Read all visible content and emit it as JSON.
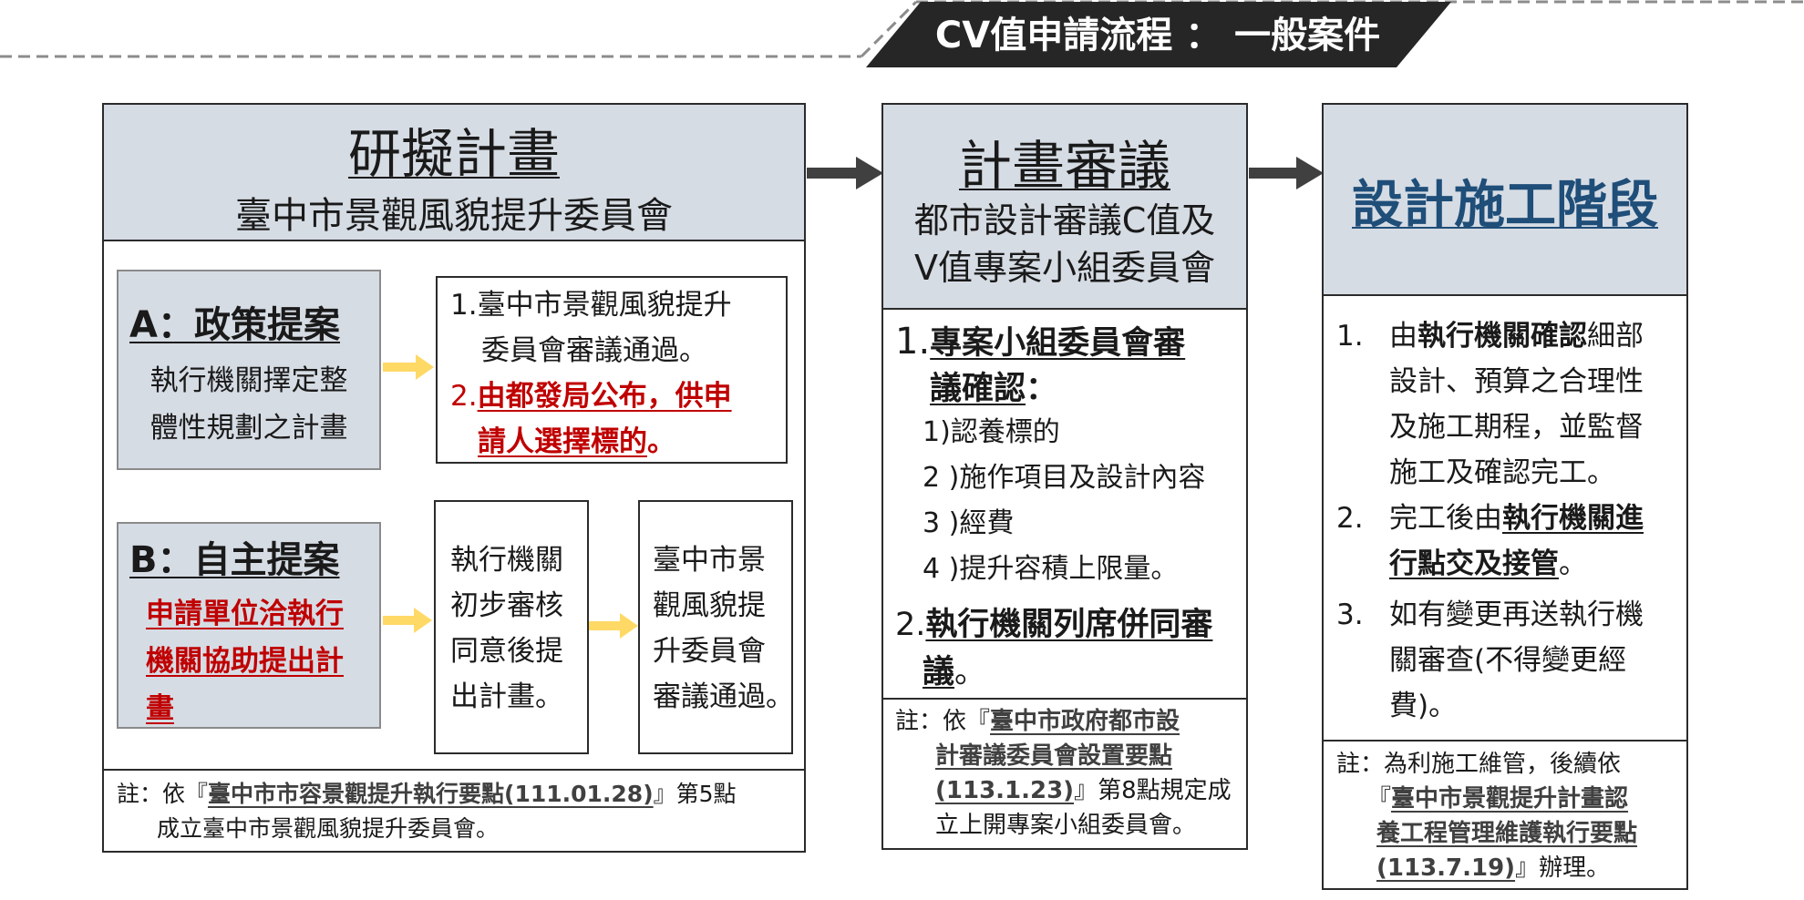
{
  "title": "CV值申請流程 ： 一般案件",
  "colors": {
    "header_bg": "#d6dce4",
    "banner_bg": "#262626",
    "red_text": "#c00000",
    "navy_text": "#1f4e79",
    "yellow_arrow": "#ffd966",
    "dark_arrow": "#404040"
  },
  "stage1": {
    "title": "研擬計畫",
    "subtitle": "臺中市景觀風貌提升委員會",
    "a": {
      "title": "A：政策提案",
      "desc_l1": "執行機關擇定整",
      "desc_l2": "體性規劃之計畫",
      "r1_l1": "1.臺中市景觀風貌提升",
      "r1_l2": "委員會審議通過。",
      "r2_num": "2.",
      "r2_l1": "由都發局公布，供申",
      "r2_l2": "請人選擇標的",
      "r2_end": "。"
    },
    "b": {
      "title": "B：自主提案",
      "desc_l1": "申請單位洽執行",
      "desc_l2": "機關協助提出計",
      "desc_l3": "畫",
      "mid_l1": "執行機關",
      "mid_l2": "初步審核",
      "mid_l3": "同意後提",
      "mid_l4": "出計畫。",
      "right_l1": "臺中市景",
      "right_l2": "觀風貌提",
      "right_l3": "升委員會",
      "right_l4": "審議通過。"
    },
    "note": {
      "prefix": "註：依『",
      "ref": "臺中市市容景觀提升執行要點(111.01.28)",
      "suffix": "』第5點",
      "l2": "成立臺中市景觀風貌提升委員會。"
    }
  },
  "stage2": {
    "title": "計畫審議",
    "subtitle_l1": "都市設計審議C值及",
    "subtitle_l2": "V值專案小組委員會",
    "i1_num": "1.",
    "i1_l1": "專案小組委員會審",
    "i1_l2a": "議確認",
    "i1_l2b": "：",
    "sub1": "1)認養標的",
    "sub2": "2 )施作項目及設計內容",
    "sub3": "3 )經費",
    "sub4": "4 )提升容積上限量。",
    "i2_num": "2.",
    "i2_l1": "執行機關列席併同審",
    "i2_l2a": "議",
    "i2_l2b": "。",
    "note": {
      "prefix": "註：依『",
      "ref_l1": "臺中市政府都市設",
      "ref_l2": "計審議委員會設置要點",
      "ref_l3": "(113.1.23)",
      "l3_suffix": "』第8點規定成",
      "l4": "立上開專案小組委員會。"
    }
  },
  "stage3": {
    "title": "設計施工階段",
    "i1_num": "1.",
    "i1_l1a": "由",
    "i1_l1b": "執行機關確認",
    "i1_l1c": "細部",
    "i1_l2": "設計、預算之合理性",
    "i1_l3": "及施工期程，並監督",
    "i1_l4": "施工及確認完工。",
    "i2_num": "2.",
    "i2_l1a": "完工後由",
    "i2_l1b": "執行機關進",
    "i2_l2a": "行點交及接管",
    "i2_l2b": "。",
    "i3_num": "3.",
    "i3_l1": "如有變更再送執行機",
    "i3_l2": "關審查(不得變更經",
    "i3_l3": "費)。",
    "note": {
      "l1": "註：為利施工維管，後續依",
      "l2_prefix": "『",
      "ref_l2": "臺中市景觀提升計畫認",
      "ref_l3": "養工程管理維護執行要點",
      "ref_l4": "(113.7.19)",
      "l4_suffix": "』辦理。"
    }
  }
}
